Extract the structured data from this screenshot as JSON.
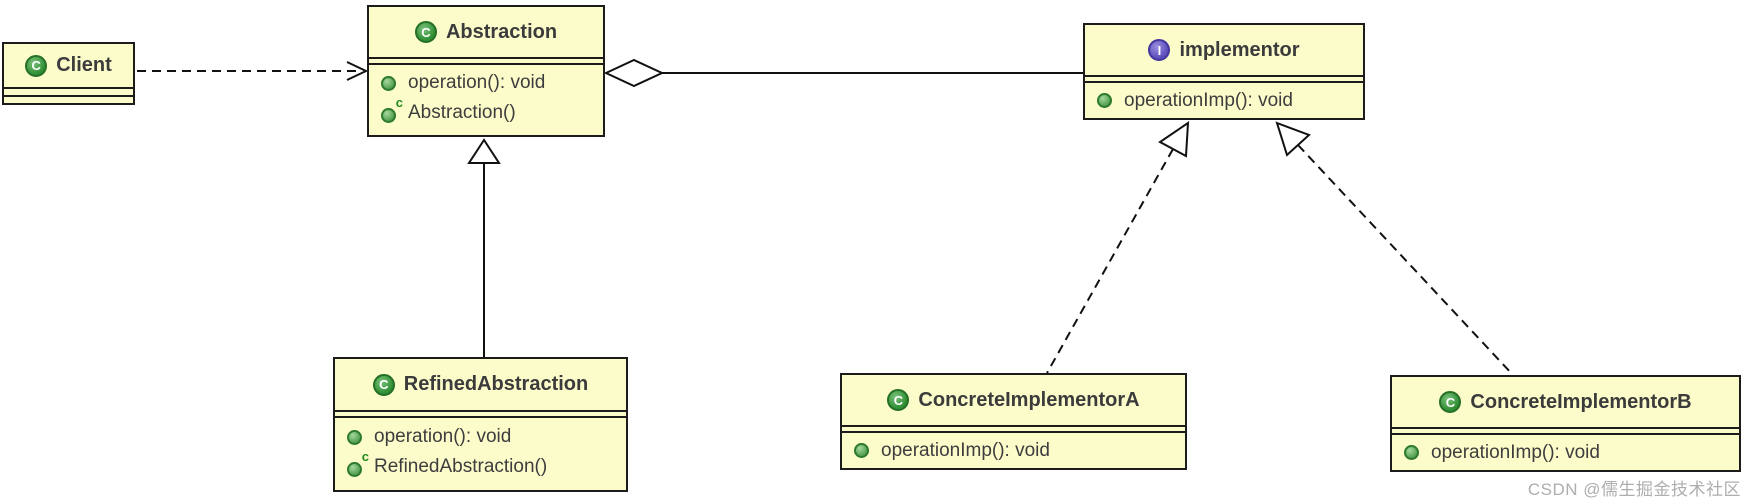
{
  "diagram_type": "uml-class-diagram",
  "pattern": "Bridge",
  "colors": {
    "box_fill": "#FCFCCB",
    "box_border": "#1c1c1c",
    "text": "#3b3b3b",
    "class_icon_green": "#2f8f32",
    "interface_icon_purple": "#5b4cba",
    "method_dot_green": "#4f9d4c",
    "watermark_gray": "#a0a0a0"
  },
  "icons": {
    "class_letter": "C",
    "interface_letter": "I",
    "constructor_mark": "c"
  },
  "classes": {
    "client": {
      "name": "Client",
      "kind": "class"
    },
    "abstraction": {
      "name": "Abstraction",
      "kind": "class",
      "members": {
        "operation": "operation(): void",
        "constructor": "Abstraction()"
      }
    },
    "implementor": {
      "name": "implementor",
      "kind": "interface",
      "members": {
        "operation": "operationImp(): void"
      }
    },
    "refined_abstraction": {
      "name": "RefinedAbstraction",
      "kind": "class",
      "members": {
        "operation": "operation(): void",
        "constructor": "RefinedAbstraction()"
      }
    },
    "concrete_implementor_a": {
      "name": "ConcreteImplementorA",
      "kind": "class",
      "members": {
        "operation": "operationImp(): void"
      }
    },
    "concrete_implementor_b": {
      "name": "ConcreteImplementorB",
      "kind": "class",
      "members": {
        "operation": "operationImp(): void"
      }
    }
  },
  "relations": [
    {
      "type": "dependency",
      "from": "Client",
      "to": "Abstraction",
      "line": "dashed",
      "head": "open-arrow"
    },
    {
      "type": "aggregation",
      "from": "Abstraction",
      "to": "implementor",
      "line": "solid",
      "head": "hollow-diamond-at-abstraction"
    },
    {
      "type": "generalization",
      "from": "RefinedAbstraction",
      "to": "Abstraction",
      "line": "solid",
      "head": "hollow-triangle"
    },
    {
      "type": "realization",
      "from": "ConcreteImplementorA",
      "to": "implementor",
      "line": "dashed",
      "head": "hollow-triangle"
    },
    {
      "type": "realization",
      "from": "ConcreteImplementorB",
      "to": "implementor",
      "line": "dashed",
      "head": "hollow-triangle"
    }
  ],
  "watermark": "CSDN @儒生掘金技术社区"
}
